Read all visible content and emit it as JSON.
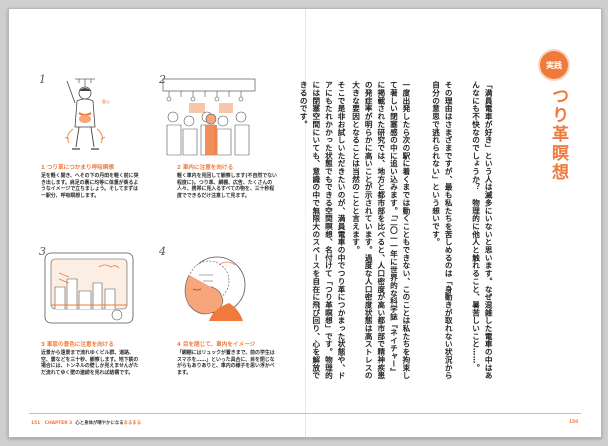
{
  "left_page": {
    "panels": [
      {
        "number": "1",
        "title": "1 つり革につかまり呼吸瞑想",
        "body": "足を軽く開き、へその下の丹田を軽く前に突き出します。肩足の裏に均等に体重が乗るようなイメージで立ちましょう。そしてまずは一駅分、呼吸瞑想します。"
      },
      {
        "number": "2",
        "title": "2 車内に注意を向ける",
        "body": "軽く車内を見回して観察します(不自然でない程度に)。つり革、網棚、広告、たくさんの人々、携帯に見入るすべての物を、三十秒程度でできるだけ注意して見ます。"
      },
      {
        "number": "3",
        "title": "3 車窓の景色に注意を向ける",
        "body": "近景から遠景まで流れゆくビル群、道路、空、雲などを三十秒、観察します。地下鉄の場合には、トンネルの壁しか見えませんがただ流れてゆく壁の連続を見れば結構です。"
      },
      {
        "number": "4",
        "title": "4 目を閉じて、車内をイメージ",
        "body": "「網棚にはリュックが置きまで、前の学生はスマホを……」といった具合に、目を閉じながらもありありと、車内の様子を思い浮かべます。"
      }
    ],
    "footer": {
      "page_num": "151",
      "chapter": "CHAPTER 3",
      "chapter_title": "心と身体が晴やかになる",
      "chapter_accent": "まるまる"
    }
  },
  "right_page": {
    "badge": "実践",
    "title": "つり革瞑想",
    "paragraphs": [
      "「満員電車が好き」という人は滅多にいないと思います。なぜ混雑した電車の中はあんなにも不快なのでしょうか？　物理的に他人と触れること、暑苦しいこと……。",
      "その理由はさまざまですが、最も私たちを苦しめるのは「身動きが取れない状況から自分の意思で逃れられない」という想いです。",
      "一度出発したら次の駅に着くまでは動くこともできない、このことは私たちを拘束して著しい閉塞感の中に追い込みます。「二〇一一年に世界的な科学誌『ネイチャー』に掲載された研究では、地方と都市部を比べると、人口密度が高い都市部で精神疾患の発症率が明らかに高いことが示されています。過度な人口密度状態は高ストレスの大きな要因となることは当然のことと言えます。",
      "そこで是非お試しいただきたいのが、満員電車の中でつり革につかまった状態や、ドアにもたれかかった状態でもできる空間瞑想、名付けて「つり革瞑想」です。物理的には閉塞空間にいても、意識の中で無限大のスペースを自在に飛び回り、心を解放できるのです。"
    ],
    "footer": {
      "page_num": "150"
    }
  },
  "colors": {
    "accent": "#f07a3c",
    "accent_light": "#fbd4bd",
    "text": "#232323"
  },
  "icons": [
    "person-breathing-illustration",
    "crowded-train-illustration",
    "window-view-illustration",
    "closed-eyes-illustration"
  ]
}
